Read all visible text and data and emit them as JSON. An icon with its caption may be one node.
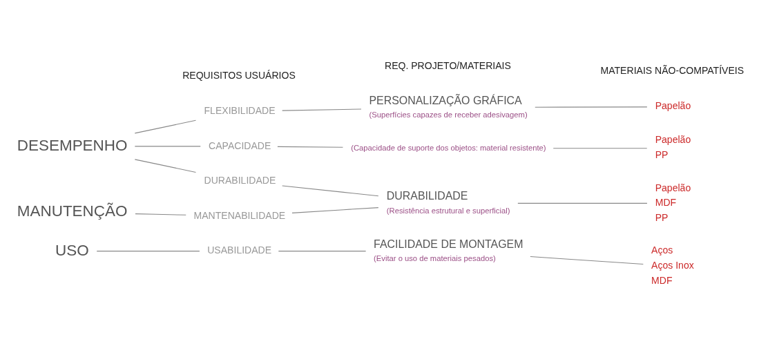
{
  "diagram": {
    "nodes": [
      {
        "text": [
          "DESEMPENHO"
        ]
      },
      {
        "text": [
          "MANUTENÇÃO"
        ]
      },
      {
        "text": [
          "USO"
        ]
      },
      {
        "text": [
          "FLEXIBILIDADE"
        ]
      },
      {
        "text": [
          "CAPACIDADE"
        ]
      },
      {
        "text": [
          "DURABILIDADE"
        ]
      },
      {
        "text": [
          "MANTENABILIDADE"
        ]
      },
      {
        "text": [
          "USABILIDADE"
        ]
      },
      {
        "text": [
          "PERSONALIZAÇÃO GRÁFICA",
          "(Superfícies capazes de receber adesivagem)"
        ]
      },
      {
        "text": [
          "(Capacidade de suporte dos objetos: material resistente)"
        ]
      },
      {
        "text": [
          "DURABILIDADE",
          "(Resistência estrutural e superficial)"
        ]
      },
      {
        "text": [
          "FACILIDADE DE MONTAGEM",
          "(Evitar o uso de materiais pesados)"
        ]
      },
      {
        "text": [
          "Papelão"
        ]
      },
      {
        "text": [
          "Papelão",
          "PP"
        ]
      },
      {
        "text": [
          "Papelão",
          "MDF",
          "PP"
        ]
      },
      {
        "text": [
          "Aços",
          "Aços Inox",
          "MDF"
        ]
      }
    ],
    "edges": [
      {
        "from": 0,
        "to": 3,
        "arrow": "none"
      },
      {
        "from": 0,
        "to": 4,
        "arrow": "none"
      },
      {
        "from": 0,
        "to": 5,
        "arrow": "none"
      },
      {
        "from": 1,
        "to": 6,
        "arrow": "none"
      },
      {
        "from": 2,
        "to": 7,
        "arrow": "none"
      },
      {
        "from": 3,
        "to": 8,
        "arrow": "none"
      },
      {
        "from": 4,
        "to": 9,
        "arrow": "none"
      },
      {
        "from": 5,
        "to": 10,
        "arrow": "none"
      },
      {
        "from": 6,
        "to": 10,
        "arrow": "none"
      },
      {
        "from": 7,
        "to": 11,
        "arrow": "none"
      },
      {
        "from": 8,
        "to": 12,
        "arrow": "none"
      },
      {
        "from": 9,
        "to": 13,
        "arrow": "none"
      },
      {
        "from": 10,
        "to": 14,
        "arrow": "none"
      },
      {
        "from": 11,
        "to": 15,
        "arrow": "none"
      }
    ],
    "labels": [
      "REQUISITOS USUÁRIOS",
      "REQ. PROJETO/MATERIAIS",
      "MATERIAIS NÃO-COMPATÍVEIS"
    ]
  }
}
